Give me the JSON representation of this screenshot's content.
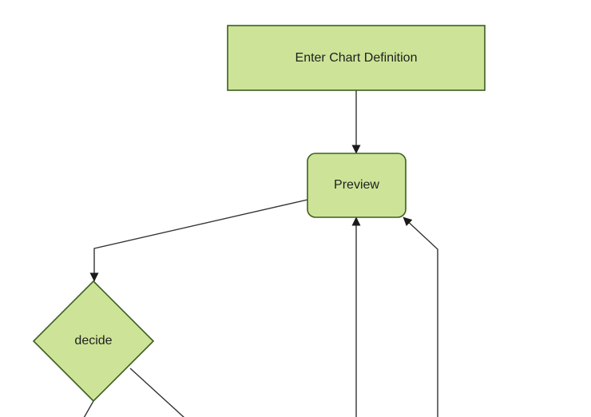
{
  "diagram": {
    "type": "flowchart",
    "direction": "top-down",
    "colors": {
      "bg": "#ffffff",
      "node_fill": "#cde498",
      "node_border": "#3e5e22",
      "edge_color": "#333333",
      "arrow_color": "#1a1a1a",
      "text_color": "#1f1f1f"
    },
    "nodes": [
      {
        "id": "enter-chart-definition",
        "label": "Enter Chart Definition",
        "shape": "rectangle"
      },
      {
        "id": "preview",
        "label": "Preview",
        "shape": "rounded-rectangle"
      },
      {
        "id": "decide",
        "label": "decide",
        "shape": "diamond"
      }
    ],
    "edges": [
      {
        "from": "enter-chart-definition",
        "to": "preview",
        "arrow": true
      },
      {
        "from": "preview",
        "to": "decide",
        "arrow": true
      },
      {
        "from": "offscreen-bottom",
        "to": "preview",
        "arrow": true
      },
      {
        "from": "offscreen-bottom-right",
        "to": "preview",
        "arrow": true
      },
      {
        "from": "decide",
        "to": "offscreen-bottom-left",
        "arrow": false
      },
      {
        "from": "decide",
        "to": "offscreen-bottom",
        "arrow": false
      }
    ]
  }
}
